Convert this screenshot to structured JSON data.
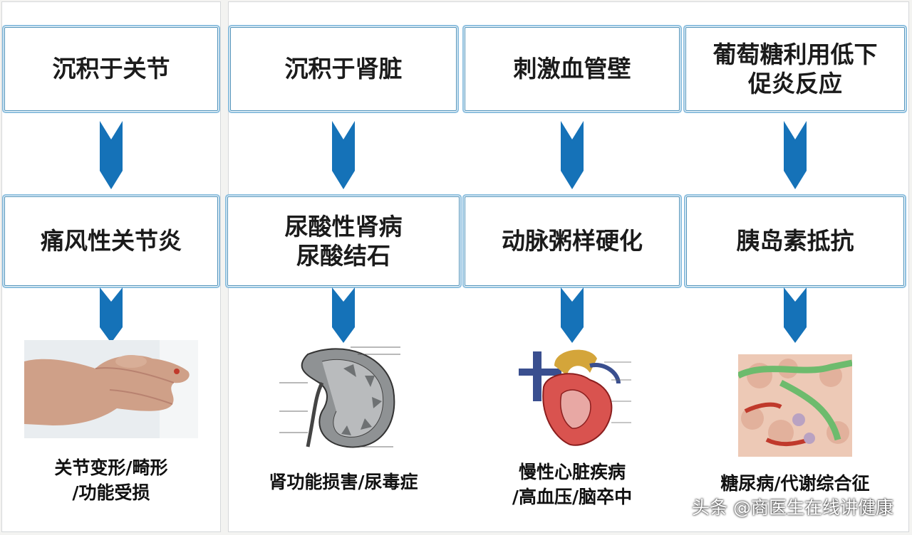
{
  "columns": [
    {
      "cause": "沉积于关节",
      "disease": "痛风性关节炎",
      "image": "hand-photo",
      "outcome": "关节变形/畸形\n/功能受损"
    },
    {
      "cause": "沉积于肾脏",
      "disease": "尿酸性肾病\n尿酸结石",
      "image": "kidney-illustration",
      "outcome": "肾功能损害/尿毒症"
    },
    {
      "cause": "刺激血管壁",
      "disease": "动脉粥样硬化",
      "image": "heart-illustration",
      "outcome": "慢性心脏疾病\n/高血压/脑卒中"
    },
    {
      "cause": "葡萄糖利用低下\n促炎反应",
      "disease": "胰岛素抵抗",
      "image": "pancreas-tissue-illustration",
      "outcome": "糖尿病/代谢综合征"
    }
  ],
  "watermark": "头条 @商医生在线讲健康",
  "colors": {
    "arrow": "#1572b8",
    "box_border": "#4a8fb8",
    "box_glow": "#8fc0df"
  }
}
